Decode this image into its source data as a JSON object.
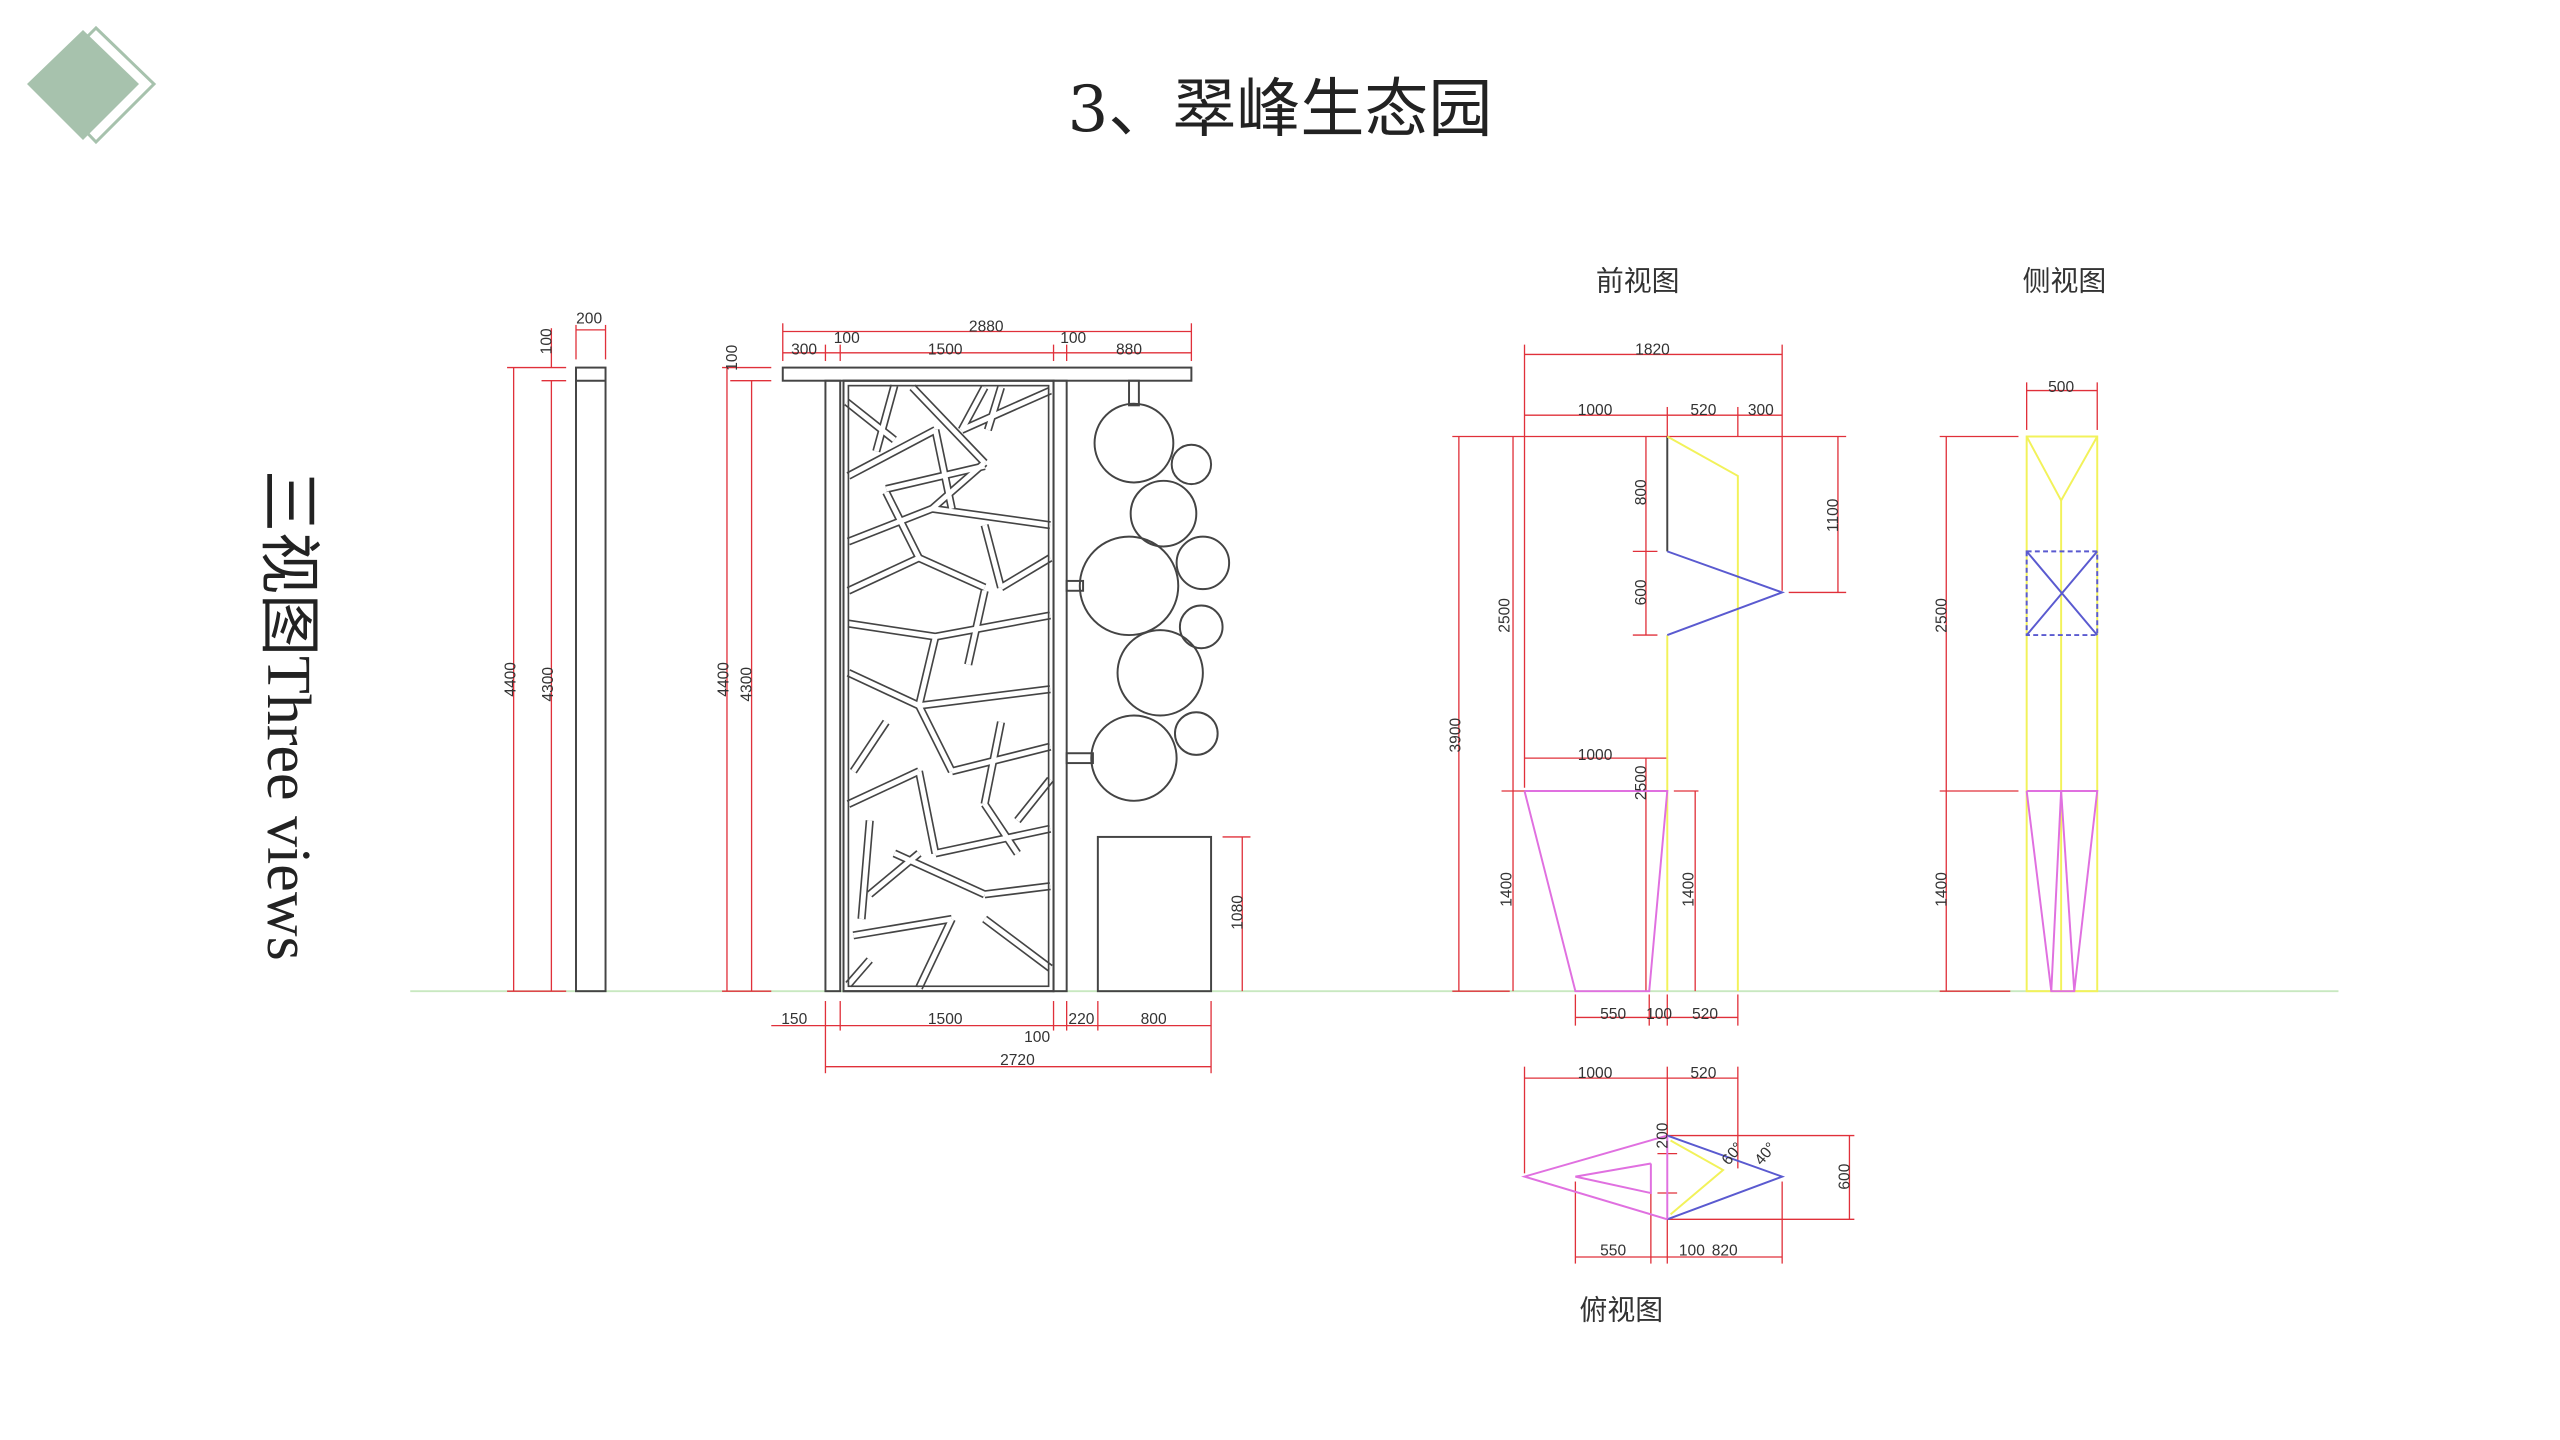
{
  "title": "3、翠峰生态园",
  "side_label": {
    "cn": "三视图",
    "en": "Three views"
  },
  "colors": {
    "accent": "#a7c2ad",
    "dimension": "#e0303a",
    "outline": "#444444",
    "yellow": "#f2f25a",
    "blue": "#5a5ad0",
    "magenta": "#e070e0",
    "ground": "#b8e0b0"
  },
  "views": {
    "front": "前视图",
    "side": "侧视图",
    "top": "俯视图"
  },
  "dims": {
    "column": {
      "width": "200",
      "cap": "100",
      "h_total": "4400",
      "h_body": "4300"
    },
    "screen": {
      "total_top": "2880",
      "s300": "300",
      "s100a": "100",
      "s1500": "1500",
      "s100b": "100",
      "s880": "880",
      "cap": "100",
      "h_total": "4400",
      "h_body": "4300",
      "box_h": "1080",
      "b150": "150",
      "b1500": "1500",
      "b220": "220",
      "b800": "800",
      "b100": "100",
      "b2720": "2720"
    },
    "front": {
      "w1820": "1820",
      "w1000": "1000",
      "w520": "520",
      "w300": "300",
      "h800": "800",
      "h600": "600",
      "h1100": "1100",
      "h2500": "2500",
      "h3900": "3900",
      "m1000": "1000",
      "m2500": "2500",
      "h1400a": "1400",
      "h1400b": "1400",
      "b550": "550",
      "b100": "100",
      "b520": "520"
    },
    "side": {
      "w500": "500",
      "h2500": "2500",
      "h1400": "1400"
    },
    "top": {
      "w1000": "1000",
      "w520": "520",
      "h200": "200",
      "a60": "60°",
      "a40": "40°",
      "h600": "600",
      "b550": "550",
      "b100": "100",
      "b820": "820"
    }
  }
}
